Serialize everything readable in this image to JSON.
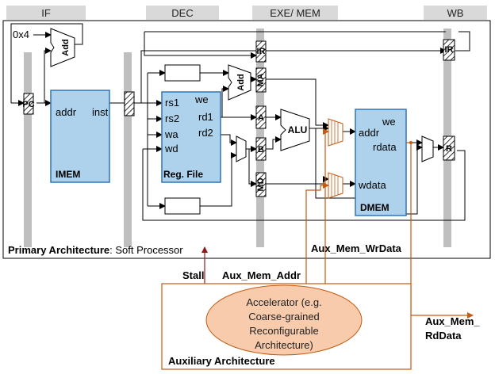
{
  "stages": [
    "IF",
    "DEC",
    "EXE/ MEM",
    "WB"
  ],
  "constant": "0x4",
  "units": {
    "add_if": "Add",
    "add_dec": "Add",
    "pc": "PC",
    "imem": {
      "title": "IMEM",
      "addr": "addr",
      "inst": "inst"
    },
    "regfile": {
      "title": "Reg. File",
      "rs1": "rs1",
      "rs2": "rs2",
      "wa": "wa",
      "wd": "wd",
      "we": "we",
      "rd1": "rd1",
      "rd2": "rd2"
    },
    "alu": "ALU",
    "dmem": {
      "title": "DMEM",
      "we": "we",
      "addr": "addr",
      "rdata": "rdata",
      "wdata": "wdata"
    }
  },
  "pipeline_registers": [
    "IR",
    "MA",
    "A",
    "B",
    "MD",
    "IR",
    "R"
  ],
  "primary": {
    "bold": "Primary Architecture",
    "rest": ": Soft Processor"
  },
  "signals": {
    "stall": "Stall",
    "aux_addr": "Aux_Mem_Addr",
    "aux_wrdata": "Aux_Mem_WrData",
    "aux_rddata_1": "Aux_Mem_",
    "aux_rddata_2": "RdData"
  },
  "accelerator": [
    "Accelerator (e.g.",
    "Coarse-grained",
    "Reconfigurable",
    "Architecture)"
  ],
  "auxiliary": "Auxiliary Architecture",
  "colors": {
    "unit_fill": "#aed2ec",
    "unit_stroke": "#2e75b6",
    "stage_band": "#bfbfbf",
    "aux": "#c55a11",
    "accel_fill": "#f8cbad",
    "stall": "#8b1a1a"
  }
}
